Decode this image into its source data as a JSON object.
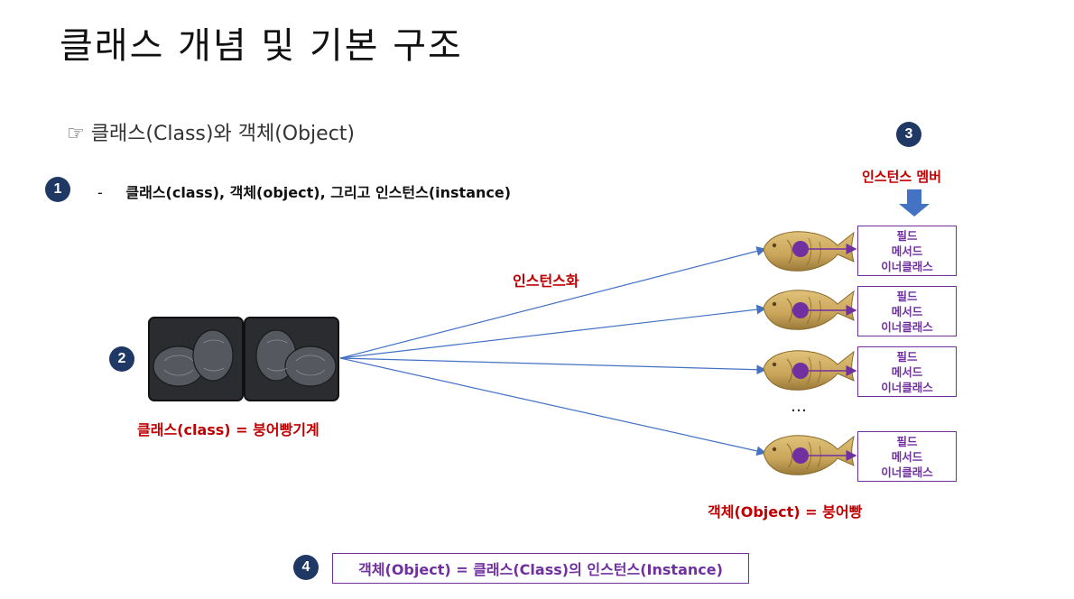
{
  "page": {
    "title": "클래스 개념 및 기본 구조",
    "subtitle": "☞ 클래스(Class)와 객체(Object)"
  },
  "badges": [
    "1",
    "2",
    "3",
    "4"
  ],
  "point1": {
    "dash": "-",
    "text": "클래스(class), 객체(object), 그리고 인스턴스(instance)"
  },
  "labels": {
    "instantiation": "인스턴스화",
    "class_eq": "클래스(class) = 붕어빵기계",
    "object_eq": "객체(Object) = 붕어빵",
    "instance_members": "인스턴스 멤버",
    "ellipsis": "…"
  },
  "members": [
    {
      "field": "필드",
      "method": "메서드",
      "inner": "이너클래스"
    },
    {
      "field": "필드",
      "method": "메서드",
      "inner": "이너클래스"
    },
    {
      "field": "필드",
      "method": "메서드",
      "inner": "이너클래스"
    },
    {
      "field": "필드",
      "method": "메서드",
      "inner": "이너클래스"
    }
  ],
  "definition": "객체(Object) = 클래스(Class)의 인스턴스(Instance)",
  "colors": {
    "badge": "#1f3864",
    "red_text": "#c00000",
    "purple": "#7030a0",
    "arrow_blue": "#4472c4",
    "fish": "#c9a55a"
  },
  "icons": {
    "class_image": "taiyaki-mold-icon",
    "object_image": "taiyaki-icon",
    "down_arrow": "down-arrow-icon",
    "pointing_hand": "pointing-hand-icon"
  }
}
